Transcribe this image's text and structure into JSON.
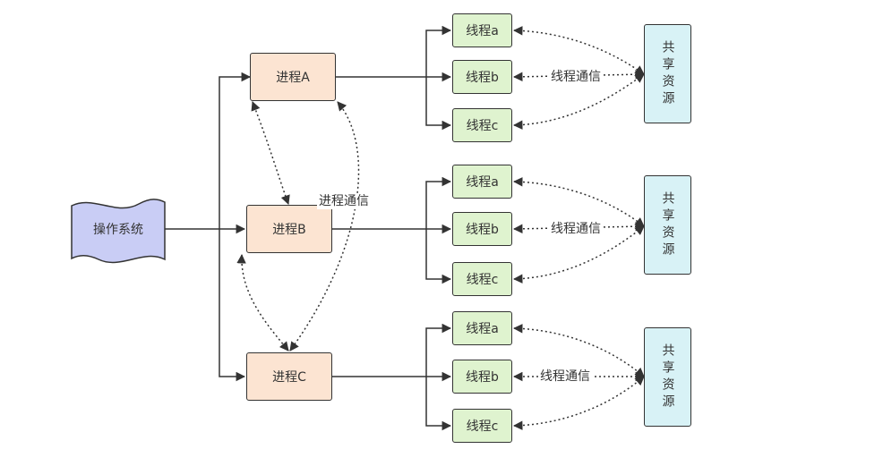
{
  "os": {
    "label": "操作系统",
    "fill": "#c9cdf5"
  },
  "processes": [
    {
      "label": "进程A"
    },
    {
      "label": "进程B"
    },
    {
      "label": "进程C"
    }
  ],
  "threads": [
    [
      "线程a",
      "线程b",
      "线程c"
    ],
    [
      "线程a",
      "线程b",
      "线程c"
    ],
    [
      "线程a",
      "线程b",
      "线程c"
    ]
  ],
  "resource_label": "共享资源",
  "thread_comm_label": "线程通信",
  "process_comm_label": "进程通信",
  "colors": {
    "process_fill": "#fce4d2",
    "thread_fill": "#dff3cf",
    "resource_fill": "#d8f2f6",
    "line": "#333333"
  }
}
